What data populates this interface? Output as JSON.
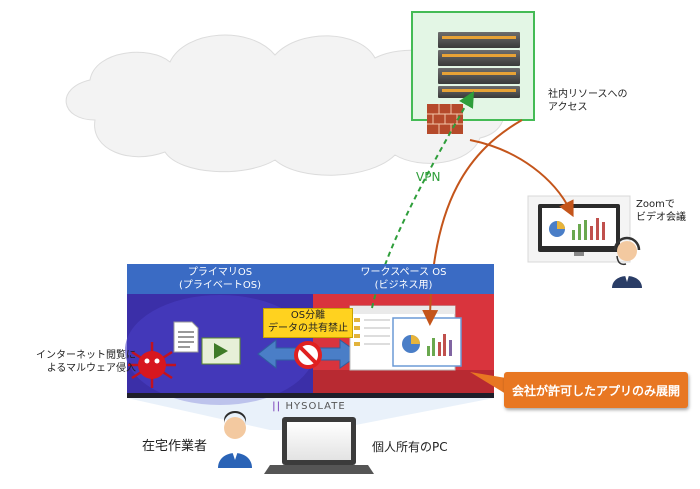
{
  "resource_label": [
    "社内リソースへの",
    "アクセス"
  ],
  "vpn_label": "VPN",
  "zoom_label": [
    "Zoomで",
    "ビデオ会議"
  ],
  "primary_os": {
    "line1": "プライマリOS",
    "line2": "(プライベートOS)"
  },
  "workspace_os": {
    "line1": "ワークスペース OS",
    "line2": "(ビジネス用)"
  },
  "separation": {
    "line1": "OS分離",
    "line2": "データの共有禁止"
  },
  "malware_label": [
    "インターネット閲覧に",
    "よるマルウェア侵入"
  ],
  "brand": "HYSOLATE",
  "callout": "会社が許可したアプリのみ展開",
  "worker_label": "在宅作業者",
  "pc_label": "個人所有のPC",
  "colors": {
    "vpn_arrow": "#2e9e3a",
    "zoom_arrow": "#c4551b",
    "callout": "#e87722",
    "primary_header": "#3a6bc4",
    "workspace_header": "#3a6bc4",
    "primary_bg": "#3b2fa8",
    "workspace_bg": "#d9343d",
    "separation_box": "#ffd21f"
  }
}
